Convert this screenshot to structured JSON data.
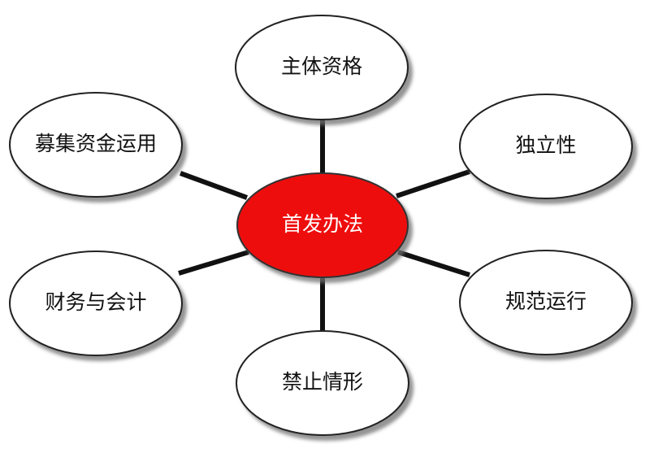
{
  "center": {
    "label": "首发办法",
    "fill_color": "#ee1111"
  },
  "nodes": {
    "top": {
      "label": "主体资格"
    },
    "top_left": {
      "label": "募集资金运用"
    },
    "top_right": {
      "label": "独立性"
    },
    "bottom_left": {
      "label": "财务与会计"
    },
    "bottom_right": {
      "label": "规范运行"
    },
    "bottom": {
      "label": "禁止情形"
    }
  },
  "colors": {
    "node_fill": "#ffffff",
    "node_stroke": "#222222",
    "connector": "#111111",
    "shadow": "#7a7a7a"
  }
}
